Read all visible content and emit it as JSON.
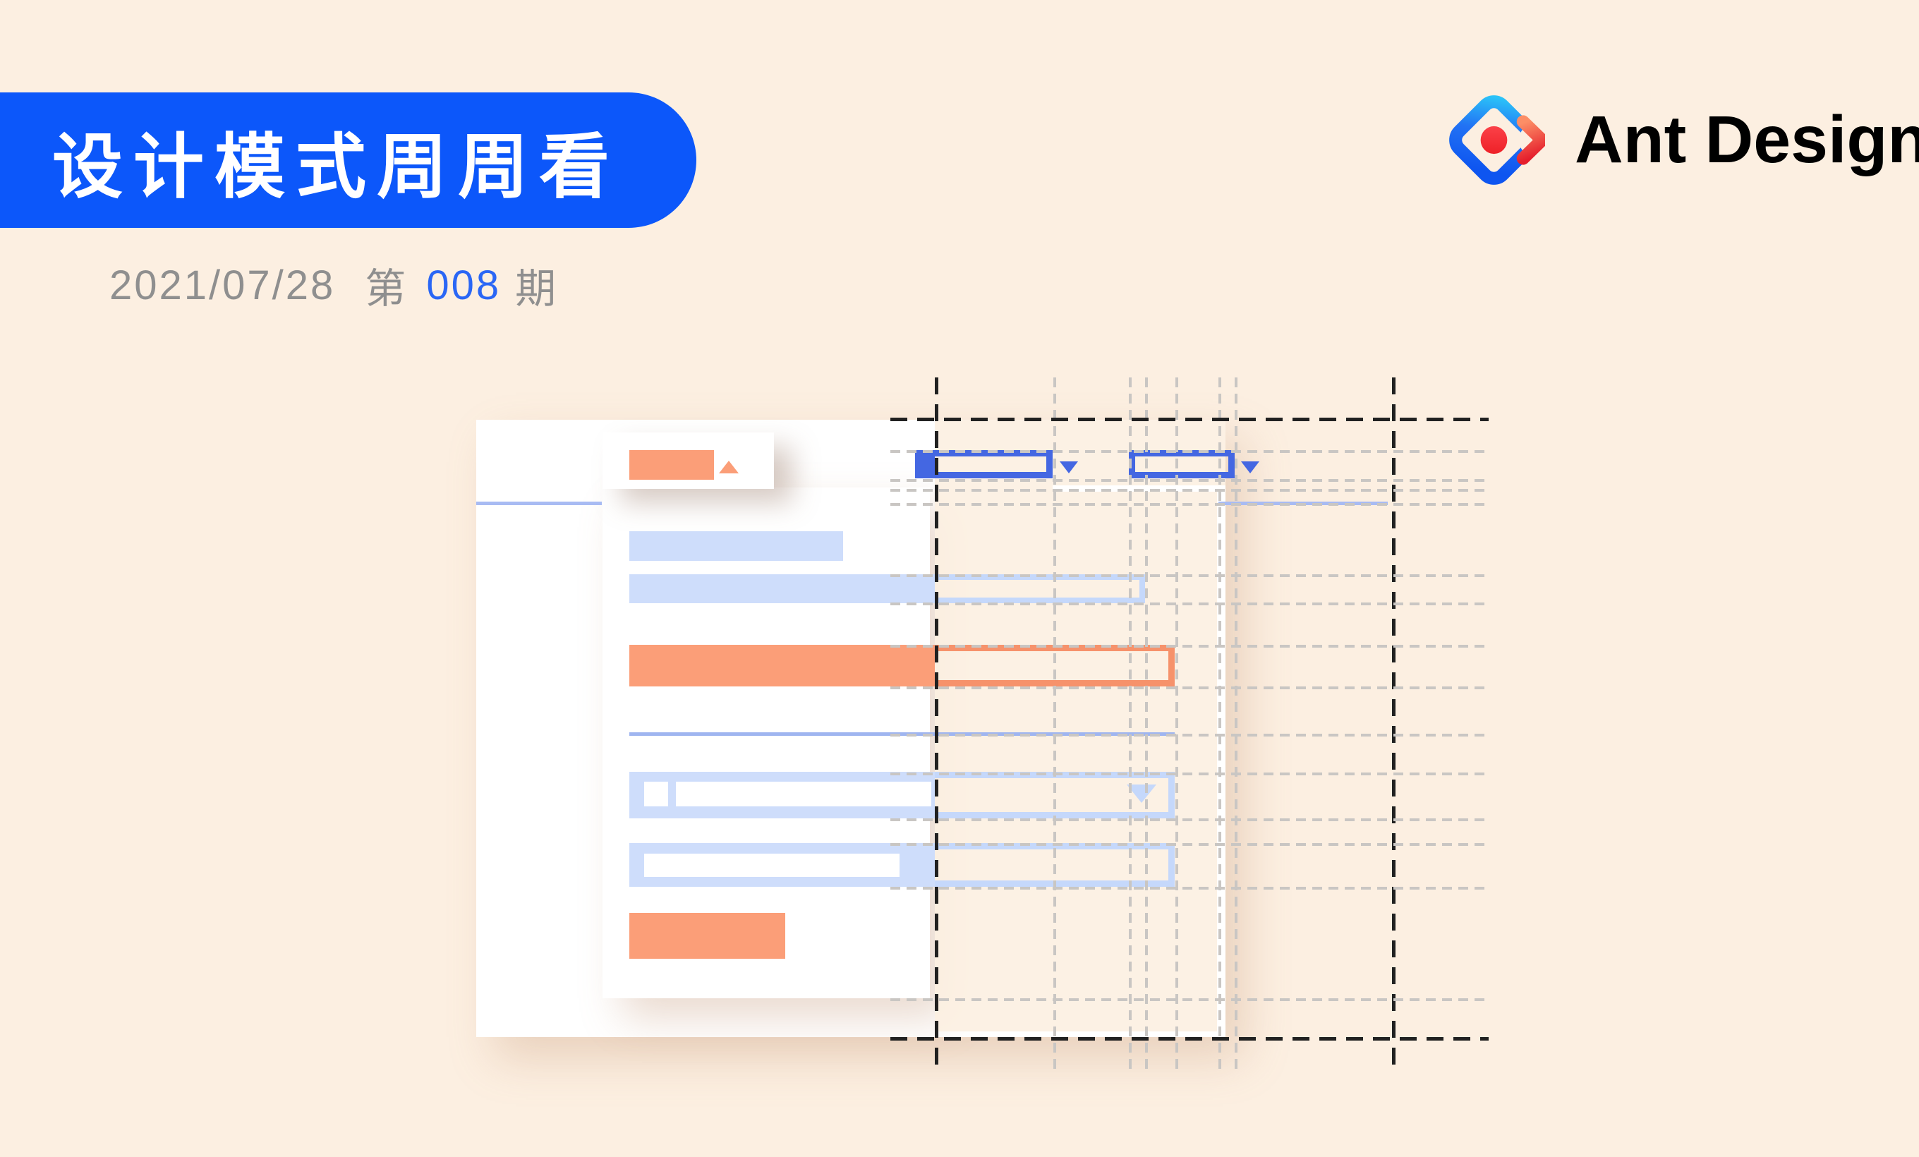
{
  "header": {
    "badge_title": "设计模式周周看",
    "date": "2021/07/28",
    "issue": {
      "prefix": "第",
      "number": "008",
      "suffix": "期"
    },
    "brand": {
      "name": "Ant Design",
      "logo_icon": "ant-design-logo"
    }
  },
  "illustration": {
    "type": "wireframe-form-mockup",
    "elements": [
      "dropdown-card",
      "card-header-orange-label",
      "sort-up-triangle",
      "text-bar",
      "text-bar-wide",
      "orange-highlight-bar",
      "select-box-1",
      "select-box-2",
      "dropdown-triangle",
      "checkbox-input-row",
      "text-input-row",
      "primary-button",
      "header-divider-line",
      "thin-rule-line",
      "xray-overlay-zone",
      "black-dashed-grid-guides",
      "gray-dashed-grid-guides"
    ]
  },
  "colors": {
    "bg": "#FCEFE1",
    "banner": "#0C57FA",
    "banner_text": "#FFFFFF",
    "date_text": "#8F8F8F",
    "issue_number": "#2A66F5",
    "brand_text": "#000000",
    "panel": "#FFFFFF",
    "overlay": "rgba(252,239,225,0.9)",
    "orange": "#FB9E78",
    "orange_border": "#F6926B",
    "light_blue": "#CEDDFB",
    "light_blue_border": "#C5D8FB",
    "select_blue": "#4467E2",
    "divider_blue": "#A8BBF3",
    "thin_line": "#9FB5F0",
    "dash_black": "#212121",
    "dash_gray": "#C9C6C3",
    "logo_cyan": "#2BC3F8",
    "logo_blue": "#0E55F0",
    "logo_red_light": "#FB4148",
    "logo_red": "#EE2128",
    "logo_chevron_light": "#FC8E66",
    "logo_chevron_dark": "#E51E2C"
  }
}
